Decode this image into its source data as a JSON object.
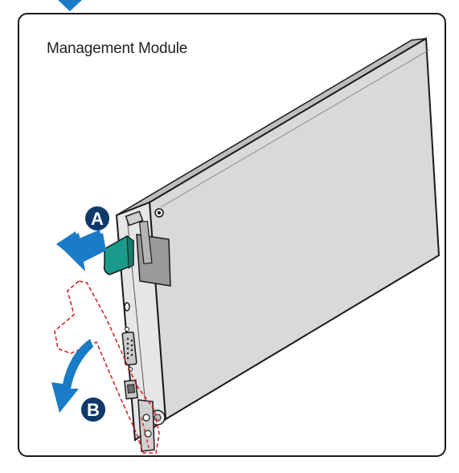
{
  "diagram": {
    "title": "Management Module",
    "callouts": [
      {
        "id": "A",
        "label": "A"
      },
      {
        "id": "B",
        "label": "B"
      }
    ]
  },
  "colors": {
    "arrow_blue": "#1a7cc7",
    "lever_green": "#1a9a8a",
    "dash_red": "#d6262b",
    "module_side": "#dadada",
    "module_top": "#bcbcbc",
    "module_edge": "#e8e8e8",
    "outline": "#1a1a1a"
  }
}
